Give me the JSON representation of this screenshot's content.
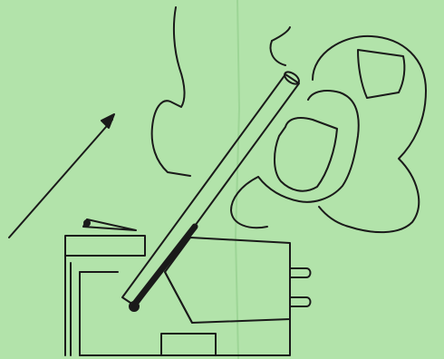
{
  "colors": {
    "paper": "#a9dfa2",
    "paper_highlight": "#c2ebb9",
    "crease": "#8fcb88",
    "ink": "#1a1a1a"
  },
  "elements": {
    "arrow": "arrow-icon",
    "stylus": "stylus-drawing",
    "cartridge": "cartridge-drawing",
    "hand": "hand-drawing"
  }
}
